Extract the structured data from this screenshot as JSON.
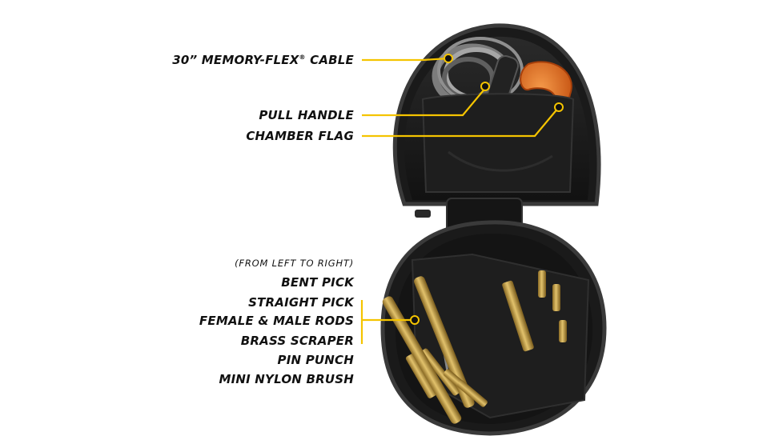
{
  "colors": {
    "accent_yellow": "#f5c400",
    "case_black": "#1b1b1b",
    "brass": "#c9a24a",
    "flag_orange": "#e36a1e",
    "label_text": "#111111"
  },
  "top_callouts": {
    "cable": {
      "text": "30” MEMORY-FLEX",
      "mark": "®",
      "suffix": " CABLE"
    },
    "pull_handle": "PULL HANDLE",
    "chamber_flag": "CHAMBER FLAG"
  },
  "bottom_callouts": {
    "note": "(FROM LEFT TO RIGHT)",
    "items": [
      "BENT PICK",
      "STRAIGHT PICK",
      "FEMALE & MALE RODS",
      "BRASS SCRAPER",
      "PIN PUNCH",
      "MINI NYLON BRUSH"
    ]
  }
}
